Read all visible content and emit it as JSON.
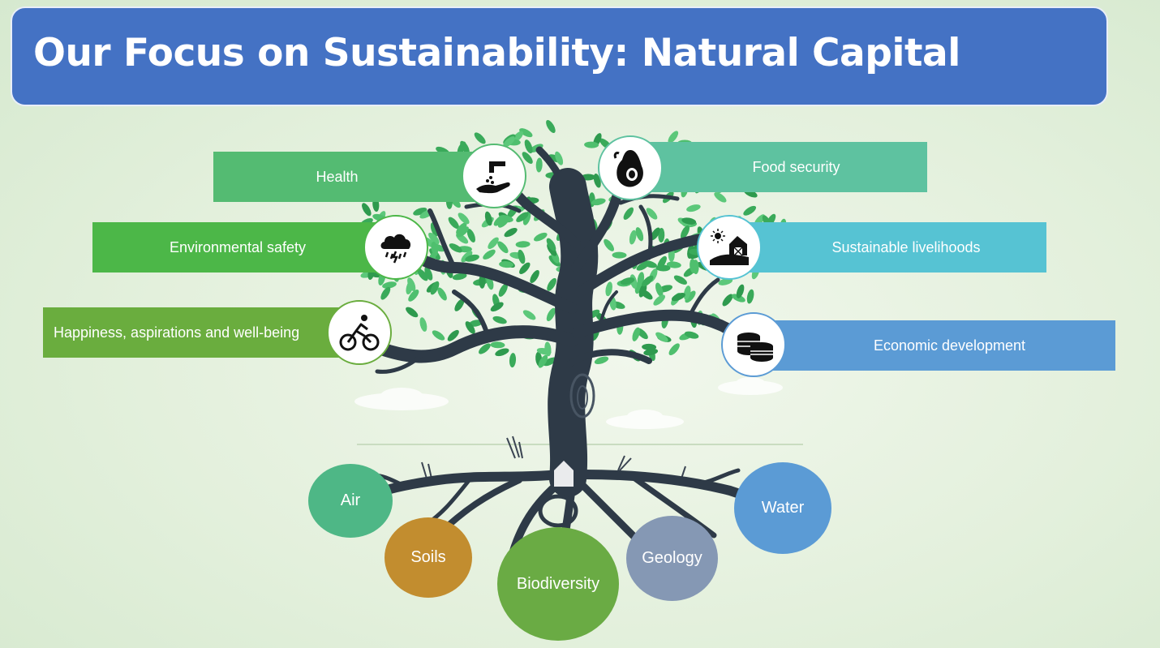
{
  "title": "Our Focus on Sustainability: Natural Capital",
  "benefits": [
    {
      "label": "Health",
      "icon": "hand-water-tap-icon",
      "color": "#54bb72"
    },
    {
      "label": "Food security",
      "icon": "avocado-icon",
      "color": "#5ec2a0"
    },
    {
      "label": "Environmental safety",
      "icon": "storm-cloud-icon",
      "color": "#4cb748"
    },
    {
      "label": "Sustainable livelihoods",
      "icon": "farm-barn-icon",
      "color": "#56c3d3"
    },
    {
      "label": "Happiness, aspirations and well-being",
      "icon": "cyclist-icon",
      "color": "#6aad3e"
    },
    {
      "label": "Economic development",
      "icon": "coins-icon",
      "color": "#5b9bd5"
    }
  ],
  "roots": [
    {
      "label": "Air",
      "color": "#4eb786"
    },
    {
      "label": "Soils",
      "color": "#c28d2f"
    },
    {
      "label": "Biodiversity",
      "color": "#6aab44"
    },
    {
      "label": "Geology",
      "color": "#8598b4"
    },
    {
      "label": "Water",
      "color": "#5b9bd5"
    }
  ]
}
